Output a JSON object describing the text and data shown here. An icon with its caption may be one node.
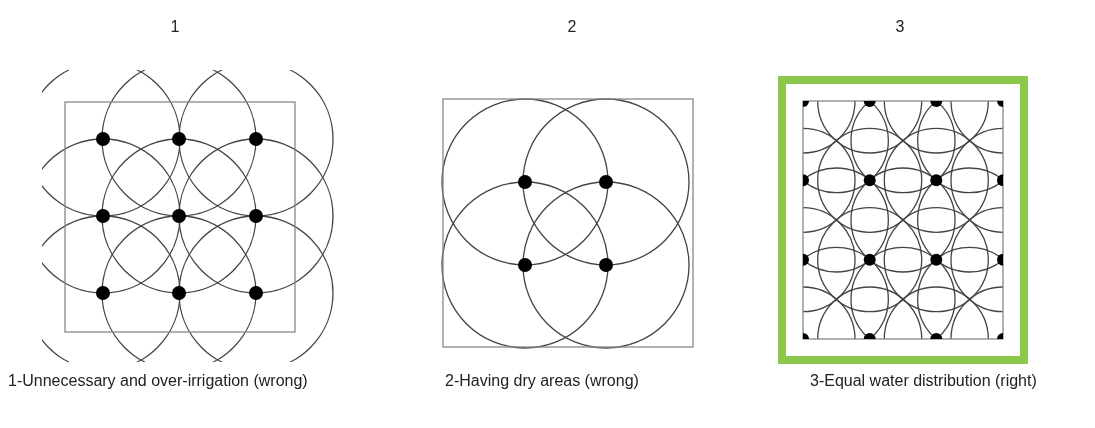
{
  "diagram": {
    "labels": [
      "1",
      "2",
      "3",
      "1-Unnecessary and over-irrigation (wrong)",
      "2-Having dry areas (wrong)",
      "3-Equal water distribution (right)"
    ]
  }
}
